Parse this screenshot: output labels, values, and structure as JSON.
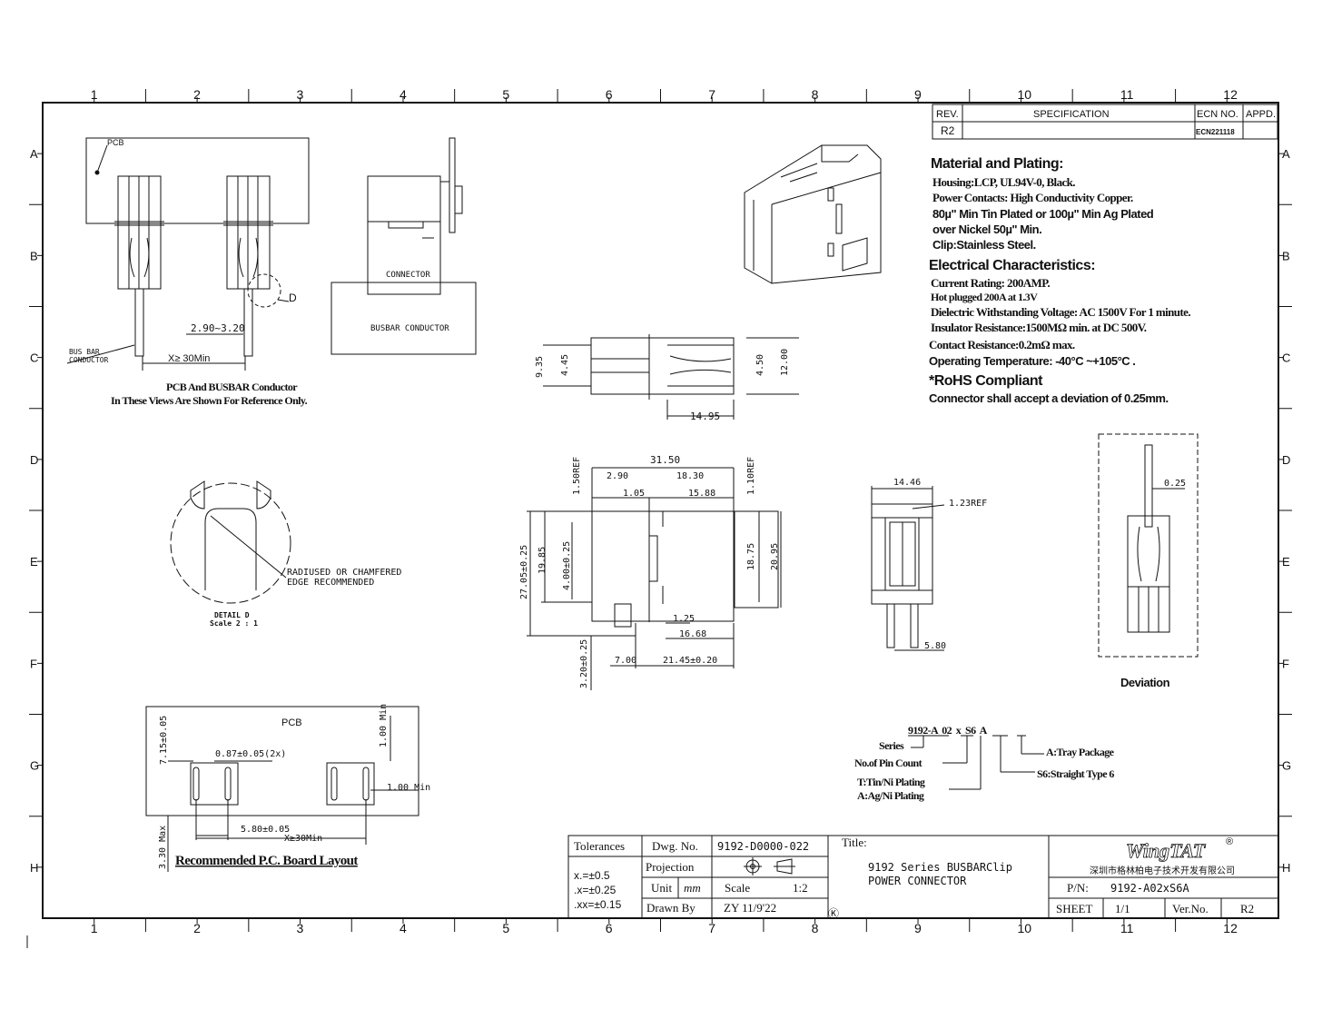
{
  "frame": {
    "columns": [
      "1",
      "2",
      "3",
      "4",
      "5",
      "6",
      "7",
      "8",
      "9",
      "10",
      "11",
      "12"
    ],
    "rows": [
      "A",
      "B",
      "C",
      "D",
      "E",
      "F",
      "G",
      "H"
    ]
  },
  "revision_table": {
    "headers": {
      "rev": "REV.",
      "spec": "SPECIFICATION",
      "ecn": "ECN  NO.",
      "appd": "APPD."
    },
    "row": {
      "rev": "R2",
      "spec": "",
      "ecn": "ECN221118",
      "appd": ""
    }
  },
  "spec_block": {
    "material_title": "Material and Plating:",
    "housing": "Housing:LCP, UL94V-0, Black.",
    "power_contacts": "Power Contacts: High Conductivity Copper.",
    "plating_1": "80µ\" Min Tin Plated or 100µ\" Min Ag Plated",
    "plating_2": "over Nickel 50µ\" Min.",
    "clip": "Clip:Stainless Steel.",
    "electrical_title": "Electrical Characteristics:",
    "current": "Current Rating: 200AMP.",
    "hot_plugged": "Hot plugged 200A  at 1.3V",
    "dielectric": "Dielectric Withstanding Voltage: AC 1500V For 1 minute.",
    "insulator": "Insulator Resistance:1500MΩ min. at DC 500V.",
    "contact": "Contact Resistance:0.2mΩ max.",
    "temperature": "Operating Temperature: -40°C  ~+105°C .",
    "rohs": "*RoHS Compliant",
    "deviation_note": "Connector shall accept a deviation of 0.25mm."
  },
  "views": {
    "pcb_busbar": {
      "pcb_label": "PCB",
      "busbar_label": "BUS BAR",
      "conductor_label": "CONDUCTOR",
      "x_dim": "X≥ 30Min",
      "range_dim": "2.90~3.20",
      "detail_callout": "D",
      "caption_1": "PCB And BUSBAR Conductor",
      "caption_2": "In These Views Are Shown For Reference Only."
    },
    "side_view": {
      "connector_label": "CONNECTOR",
      "busbar_conductor_label": "BUSBAR CONDUCTOR"
    },
    "detail": {
      "note_1": "RADIUSED OR CHAMFERED",
      "note_2": "EDGE RECOMMENDED",
      "title": "DETAIL D",
      "scale": "Scale 2 : 1"
    },
    "top_view_dims": {
      "d935": "9.35",
      "d445": "4.45",
      "d450": "4.50",
      "d1200": "12.00",
      "d1495": "14.95"
    },
    "front_view_dims": {
      "d3150": "31.50",
      "d290": "2.90",
      "d1830": "18.30",
      "d105": "1.05",
      "d1588": "15.88",
      "d150ref": "1.50REF",
      "d110ref": "1.10REF",
      "d2705": "27.05±0.25",
      "d1985": "19.85",
      "d400": "4.00±0.25",
      "d1875": "18.75",
      "d2095": "20.95",
      "d125": "1.25",
      "d1668": "16.68",
      "d320": "3.20±0.25",
      "d700": "7.00",
      "d2145": "21.45±0.20"
    },
    "end_view_dims": {
      "d1446": "14.46",
      "d123ref": "1.23REF",
      "d580": "5.80"
    },
    "deviation_view": {
      "d025": "0.25",
      "caption": "Deviation"
    },
    "pcb_layout": {
      "pcb_label": "PCB",
      "d715": "7.15±0.05",
      "d087": "0.87±0.05(2x)",
      "d100a": "1.00 Min",
      "d100b": "1.00 Min",
      "d580": "5.80±0.05",
      "x30": "X≥30Min",
      "d330": "3.30 Max",
      "caption": "Recommended P.C. Board Layout"
    }
  },
  "part_number_key": {
    "code": "9192-A  02  x  S6  A",
    "series": "Series",
    "pin_count": "No.of Pin Count",
    "tin": "T:Tin/Ni Plating",
    "ag": "A:Ag/Ni Plating",
    "tray": "A:Tray Package",
    "straight": "S6:Straight Type 6"
  },
  "title_block": {
    "tolerances_label": "Tolerances",
    "tol_1": "x.=±0.5",
    "tol_2": ".x=±0.25",
    "tol_3": ".xx=±0.15",
    "dwg_no_label": "Dwg. No.",
    "dwg_no": "9192-D0000-022",
    "projection_label": "Projection",
    "unit_label": "Unit",
    "unit": "mm",
    "scale_label": "Scale",
    "scale": "1:2",
    "drawn_by_label": "Drawn By",
    "drawn_by": "ZY 11/9'22",
    "title_label": "Title:",
    "title_1": "9192 Series BUSBARClip",
    "title_2": "POWER CONNECTOR",
    "logo": "WingTAT",
    "registered": "®",
    "k_mark": "Ⓚ",
    "company": "深圳市格林柏电子技术开发有限公司",
    "pn_label": "P/N:",
    "pn": "9192-A02xS6A",
    "sheet_label": "SHEET",
    "sheet": "1/1",
    "ver_label": "Ver.No.",
    "ver": "R2"
  }
}
